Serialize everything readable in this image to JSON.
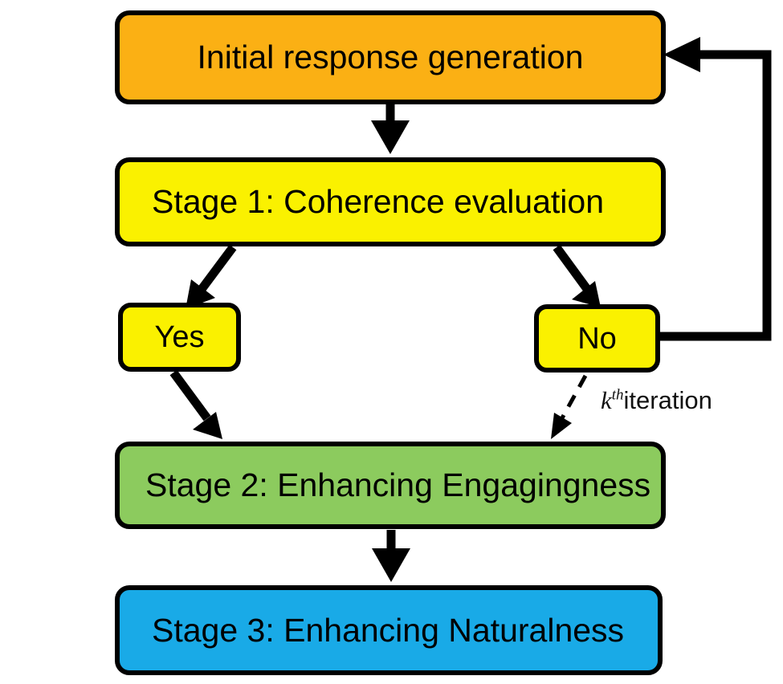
{
  "diagram": {
    "title": "Three-stage iterative response refinement flowchart",
    "background_color": "#ffffff",
    "nodes": [
      {
        "id": "initial",
        "label": "Initial response generation",
        "fill": "#fbb014",
        "stroke": "#000000",
        "shape": "rounded-rectangle"
      },
      {
        "id": "stage1",
        "label": "Stage 1: Coherence evaluation",
        "fill": "#faf100",
        "stroke": "#000000",
        "shape": "rounded-rectangle"
      },
      {
        "id": "yes",
        "label": "Yes",
        "fill": "#faf100",
        "stroke": "#000000",
        "shape": "rounded-rectangle"
      },
      {
        "id": "no",
        "label": "No",
        "fill": "#faf100",
        "stroke": "#000000",
        "shape": "rounded-rectangle"
      },
      {
        "id": "stage2",
        "label": "Stage 2: Enhancing Engagingness",
        "fill": "#8ccb5e",
        "stroke": "#000000",
        "shape": "rounded-rectangle"
      },
      {
        "id": "stage3",
        "label": "Stage 3: Enhancing Naturalness",
        "fill": "#19aae7",
        "stroke": "#000000",
        "shape": "rounded-rectangle"
      }
    ],
    "edges": [
      {
        "id": "initial-to-stage1",
        "from": "initial",
        "to": "stage1",
        "style": "solid",
        "label": ""
      },
      {
        "id": "stage1-to-yes",
        "from": "stage1",
        "to": "yes",
        "style": "solid",
        "label": ""
      },
      {
        "id": "stage1-to-no",
        "from": "stage1",
        "to": "no",
        "style": "solid",
        "label": ""
      },
      {
        "id": "yes-to-stage2",
        "from": "yes",
        "to": "stage2",
        "style": "solid",
        "label": ""
      },
      {
        "id": "no-to-stage2",
        "from": "no",
        "to": "stage2",
        "style": "dashed",
        "label": "k th iteration"
      },
      {
        "id": "stage2-to-stage3",
        "from": "stage2",
        "to": "stage3",
        "style": "solid",
        "label": ""
      },
      {
        "id": "no-to-initial-feedback",
        "from": "no",
        "to": "initial",
        "style": "solid",
        "label": ""
      }
    ],
    "iteration_label": {
      "variable": "k",
      "ordinal_suffix": "th",
      "word": "iteration",
      "full_text": "k th iteration"
    }
  }
}
